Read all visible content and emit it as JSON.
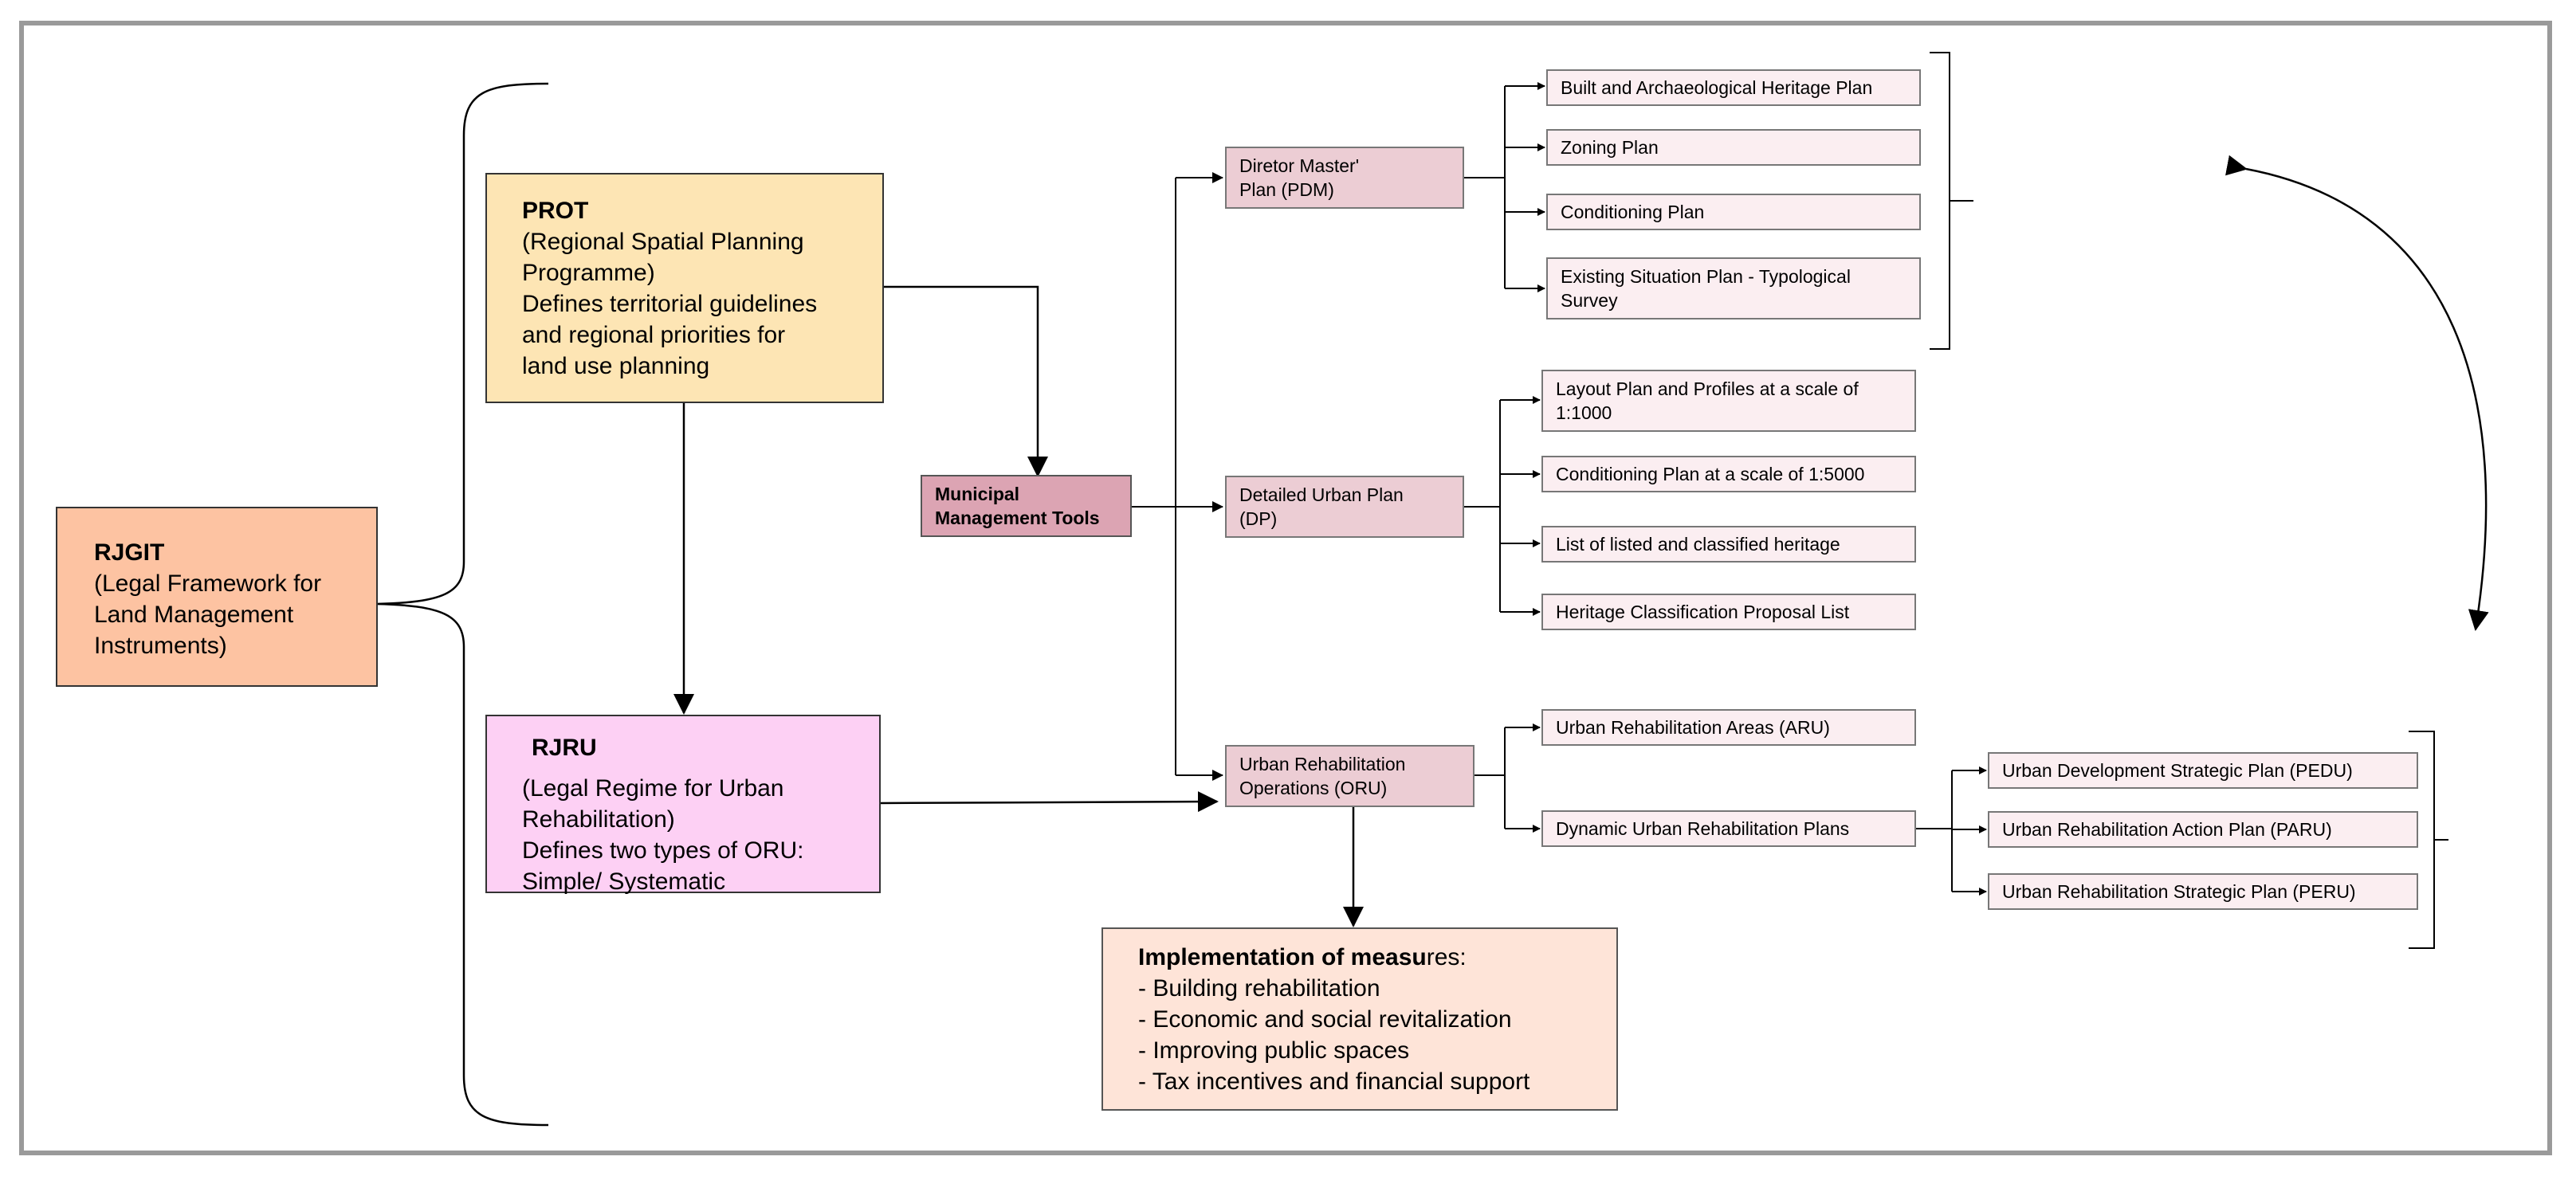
{
  "colors": {
    "rjgit": "#fdc3a2",
    "prot": "#fde5b4",
    "rjru": "#fdd0f4",
    "municipal": "#dca4b3",
    "level2": "#eccdd4",
    "level3": "#fbeef1",
    "implementation": "#fee4d8",
    "connector": "#000000",
    "frame": "#9a9a9a"
  },
  "rjgit": {
    "title": "RJGIT",
    "lines": [
      "(Legal Framework for",
      "Land Management",
      "Instruments)"
    ]
  },
  "prot": {
    "title": "PROT",
    "lines": [
      "(Regional Spatial Planning",
      "Programme)",
      "Defines territorial guidelines",
      "and regional priorities for",
      "land use planning"
    ]
  },
  "rjru": {
    "title": "RJRU",
    "lines": [
      "(Legal Regime for Urban",
      "Rehabilitation)",
      "Defines two types of ORU:",
      "Simple/ Systematic"
    ]
  },
  "municipal": {
    "lines": [
      "Municipal",
      "Management Tools"
    ]
  },
  "pdm": {
    "lines": [
      "Diretor Master'",
      "Plan (PDM)"
    ],
    "children": [
      [
        "Built and Archaeological Heritage Plan"
      ],
      [
        "Zoning Plan"
      ],
      [
        "Conditioning Plan"
      ],
      [
        "Existing Situation Plan - Typological",
        "Survey"
      ]
    ]
  },
  "dp": {
    "lines": [
      "Detailed Urban Plan",
      "(DP)"
    ],
    "children": [
      [
        "Layout Plan and Profiles at a scale of",
        "1:1000"
      ],
      [
        "Conditioning Plan at a scale of 1:5000"
      ],
      [
        "List of listed and classified heritage"
      ],
      [
        "Heritage Classification Proposal List"
      ]
    ]
  },
  "oru": {
    "lines": [
      "Urban Rehabilitation",
      "Operations (ORU)"
    ],
    "children": [
      [
        "Urban Rehabilitation Areas (ARU)"
      ],
      [
        "Dynamic Urban Rehabilitation Plans"
      ]
    ],
    "dynamic_children": [
      [
        "Urban Development Strategic Plan (PEDU)"
      ],
      [
        "Urban Rehabilitation Action Plan (PARU)"
      ],
      [
        "Urban Rehabilitation Strategic Plan (PERU)"
      ]
    ]
  },
  "implementation": {
    "title_bold": "Implementation of measu",
    "title_rest": "res:",
    "items": [
      "- Building rehabilitation",
      "- Economic and social revitalization",
      "- Improving public spaces",
      "- Tax incentives and financial support"
    ]
  }
}
